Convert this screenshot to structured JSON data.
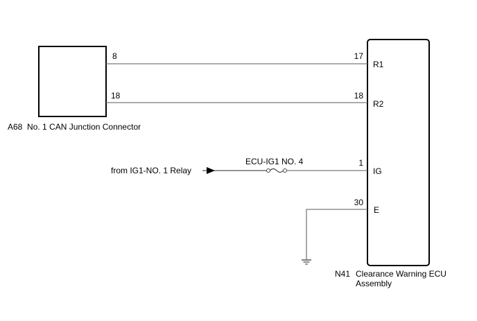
{
  "connector_a": {
    "code": "A68",
    "name": "No. 1 CAN Junction Connector",
    "pins": [
      "8",
      "18"
    ]
  },
  "ecu": {
    "code": "N41",
    "name_line1": "Clearance Warning ECU",
    "name_line2": "Assembly",
    "terminals": [
      {
        "pin": "17",
        "name": "R1"
      },
      {
        "pin": "18",
        "name": "R2"
      },
      {
        "pin": "1",
        "name": "IG"
      },
      {
        "pin": "30",
        "name": "E"
      }
    ]
  },
  "source": {
    "label": "from IG1-NO. 1 Relay"
  },
  "fuse": {
    "label": "ECU-IG1 NO. 4"
  },
  "colors": {
    "wire": "#7a7a7a",
    "outline": "#000000"
  }
}
